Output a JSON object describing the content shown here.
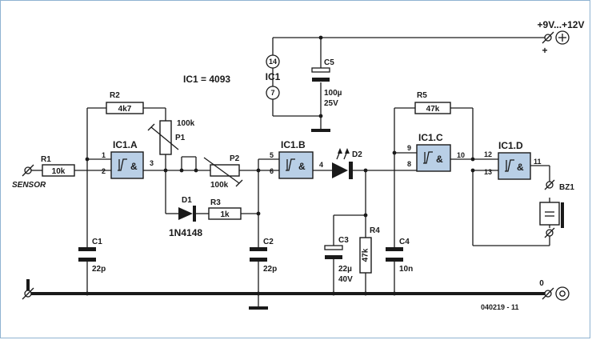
{
  "supply": {
    "label": "+9V...+12V",
    "plus": "+",
    "ground": "0"
  },
  "ic_note": "IC1 = 4093",
  "input": {
    "label": "SENSOR"
  },
  "resistors": {
    "r1": {
      "name": "R1",
      "value": "10k"
    },
    "r2": {
      "name": "R2",
      "value": "4k7"
    },
    "r3": {
      "name": "R3",
      "value": "1k"
    },
    "r4": {
      "name": "R4",
      "value": "47k"
    },
    "r5": {
      "name": "R5",
      "value": "47k"
    },
    "p1": {
      "name": "P1",
      "value": "100k"
    },
    "p2": {
      "name": "P2",
      "value": "100k"
    }
  },
  "capacitors": {
    "c1": {
      "name": "C1",
      "value": "22p"
    },
    "c2": {
      "name": "C2",
      "value": "22p"
    },
    "c3": {
      "name": "C3",
      "value": "22µ",
      "voltage": "40V"
    },
    "c4": {
      "name": "C4",
      "value": "10n"
    },
    "c5": {
      "name": "C5",
      "value": "100µ",
      "voltage": "25V"
    }
  },
  "diodes": {
    "d1": {
      "name": "D1",
      "part": "1N4148"
    },
    "d2": {
      "name": "D2"
    }
  },
  "gates": {
    "a": {
      "name": "IC1.A",
      "symbol": "&",
      "pins": [
        "1",
        "2",
        "3"
      ]
    },
    "b": {
      "name": "IC1.B",
      "symbol": "&",
      "pins": [
        "5",
        "6",
        "4"
      ]
    },
    "c": {
      "name": "IC1.C",
      "symbol": "&",
      "pins": [
        "9",
        "8",
        "10"
      ]
    },
    "d": {
      "name": "IC1.D",
      "symbol": "&",
      "pins": [
        "12",
        "13",
        "11"
      ]
    }
  },
  "ic_power": {
    "name": "IC1",
    "vdd_pin": "14",
    "vss_pin": "7"
  },
  "buzzer": {
    "name": "BZ1"
  },
  "figure_id": "040219 - 11"
}
